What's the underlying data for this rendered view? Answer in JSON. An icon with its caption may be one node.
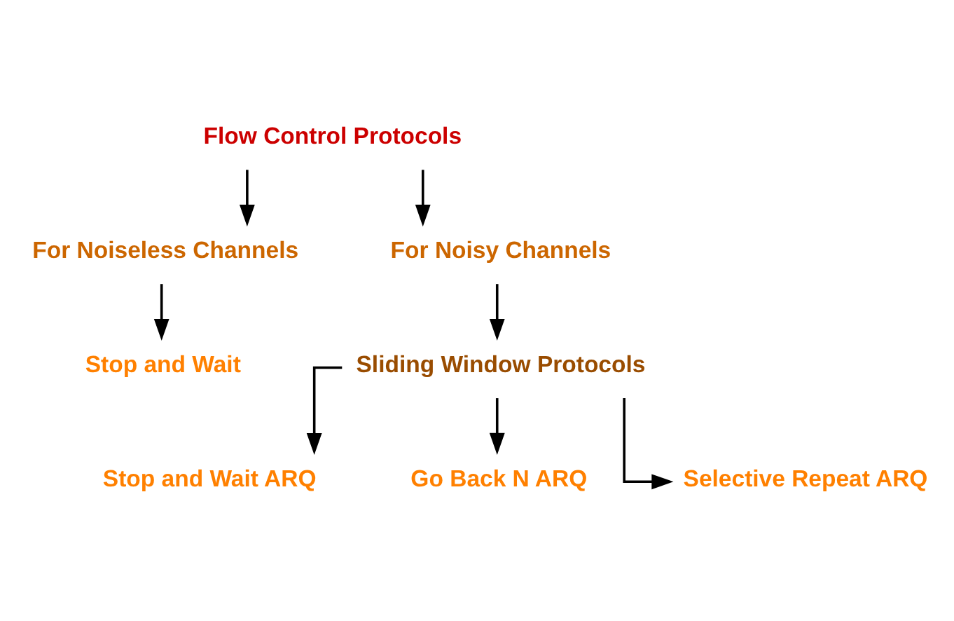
{
  "diagram": {
    "nodes": [
      {
        "text": [
          "Flow Control Protocols"
        ]
      },
      {
        "text": [
          "For Noiseless Channels"
        ]
      },
      {
        "text": [
          "For Noisy Channels"
        ]
      },
      {
        "text": [
          "Stop and Wait"
        ]
      },
      {
        "text": [
          "Sliding Window Protocols"
        ]
      },
      {
        "text": [
          "Stop and Wait ARQ"
        ]
      },
      {
        "text": [
          "Go Back N ARQ"
        ]
      },
      {
        "text": [
          "Selective Repeat ARQ"
        ]
      }
    ],
    "edges": [
      {
        "from": 0,
        "to": 1,
        "arrow": "to"
      },
      {
        "from": 0,
        "to": 2,
        "arrow": "to"
      },
      {
        "from": 1,
        "to": 3,
        "arrow": "to"
      },
      {
        "from": 2,
        "to": 4,
        "arrow": "to"
      },
      {
        "from": 4,
        "to": 5,
        "arrow": "to"
      },
      {
        "from": 4,
        "to": 6,
        "arrow": "to"
      },
      {
        "from": 4,
        "to": 7,
        "arrow": "to"
      }
    ]
  }
}
